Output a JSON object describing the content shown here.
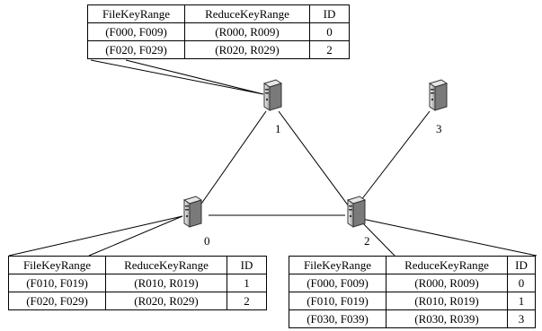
{
  "tables": [
    {
      "node_id": "1",
      "headers": [
        "FileKeyRange",
        "ReduceKeyRange",
        "ID"
      ],
      "rows": [
        [
          "(F000, F009)",
          "(R000, R009)",
          "0"
        ],
        [
          "(F020, F029)",
          "(R020, R029)",
          "2"
        ]
      ]
    },
    {
      "node_id": "0",
      "headers": [
        "FileKeyRange",
        "ReduceKeyRange",
        "ID"
      ],
      "rows": [
        [
          "(F010, F019)",
          "(R010, R019)",
          "1"
        ],
        [
          "(F020, F029)",
          "(R020, R029)",
          "2"
        ]
      ]
    },
    {
      "node_id": "2",
      "headers": [
        "FileKeyRange",
        "ReduceKeyRange",
        "ID"
      ],
      "rows": [
        [
          "(F000, F009)",
          "(R000, R009)",
          "0"
        ],
        [
          "(F010, F019)",
          "(R010, R019)",
          "1"
        ],
        [
          "(F030, F039)",
          "(R030, R039)",
          "3"
        ]
      ]
    }
  ],
  "nodes": [
    {
      "id": "1",
      "label": "1",
      "icon": "server-icon"
    },
    {
      "id": "3",
      "label": "3",
      "icon": "server-icon"
    },
    {
      "id": "0",
      "label": "0",
      "icon": "server-icon"
    },
    {
      "id": "2",
      "label": "2",
      "icon": "server-icon"
    }
  ],
  "links": [
    [
      "1",
      "0"
    ],
    [
      "1",
      "2"
    ],
    [
      "0",
      "2"
    ],
    [
      "3",
      "2"
    ]
  ]
}
